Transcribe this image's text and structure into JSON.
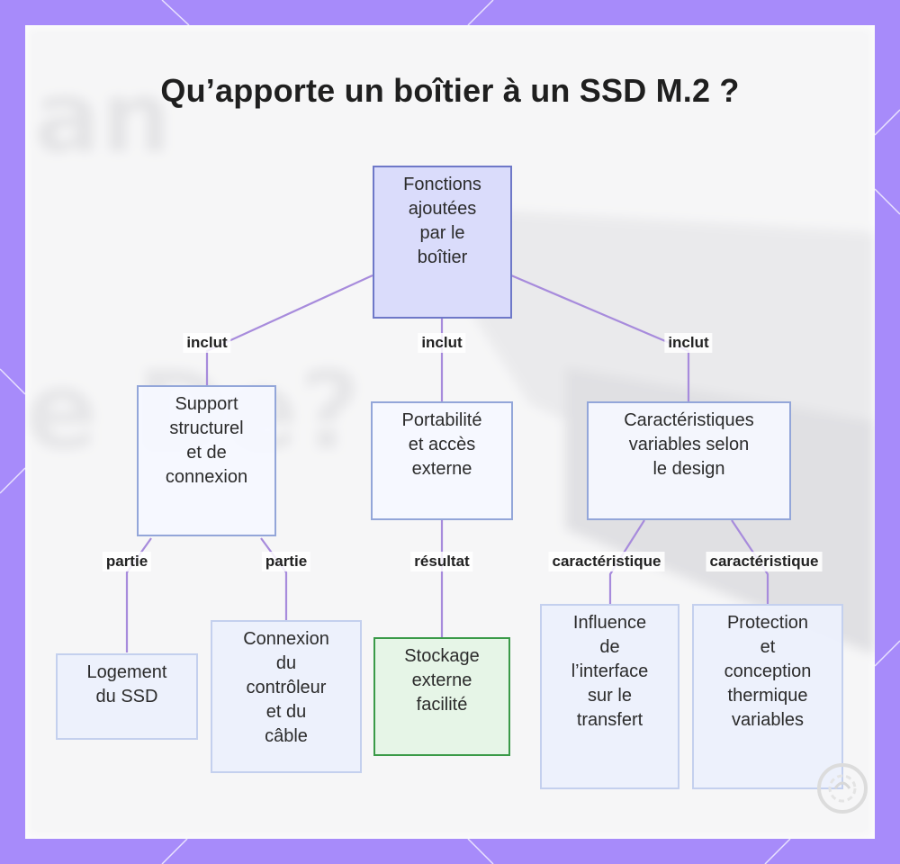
{
  "title": "Qu’apporte un boîtier à un SSD M.2 ?",
  "colors": {
    "frame": "#a78bfa",
    "edge": "#a78bdc",
    "root_fill": "#dadcfb",
    "result_fill": "#e6f5e7",
    "result_border": "#3a9a48"
  },
  "nodes": {
    "root": "Fonctions\najoutées\npar le\nboîtier",
    "support": "Support\nstructurel\net de\nconnexion",
    "portabilite": "Portabilité\net accès\nexterne",
    "caracteristiques": "Caractéristiques\nvariables selon\nle design",
    "logement": "Logement\ndu SSD",
    "connexion": "Connexion\ndu\ncontrôleur\net du\ncâble",
    "stockage": "Stockage\nexterne\nfacilité",
    "influence": "Influence\nde\nl’interface\nsur le\ntransfert",
    "protection": "Protection\net\nconception\nthermique\nvariables"
  },
  "edges": {
    "inclut_1": "inclut",
    "inclut_2": "inclut",
    "inclut_3": "inclut",
    "partie_1": "partie",
    "partie_2": "partie",
    "resultat": "résultat",
    "caracteristique_1": "caractéristique",
    "caracteristique_2": "caractéristique"
  },
  "watermark_icon": "logo-icon"
}
